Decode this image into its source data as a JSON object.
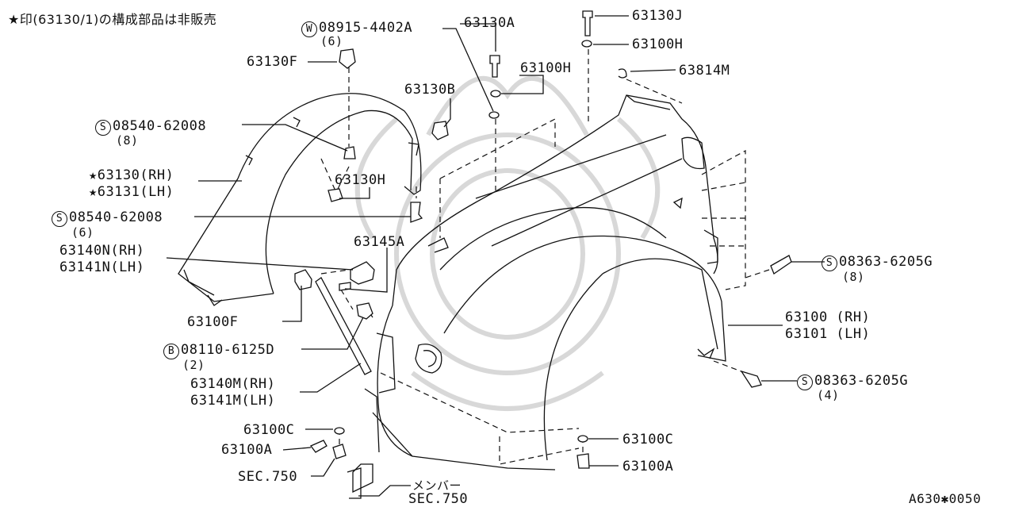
{
  "note": "★印(63130/1)の構成部品は非販売",
  "drawing_code": "A630✱0050",
  "labels": {
    "p63130J": "63130J",
    "p63100H_top": "63100H",
    "p63814M": "63814M",
    "p63130A": "63130A",
    "w_symbol": "W",
    "w_part": "08915-4402A",
    "w_qty": "(6)",
    "p63130F": "63130F",
    "p63100H_mid": "63100H",
    "p63130B": "63130B",
    "s_symbol": "S",
    "s1_part": "08540-62008",
    "s1_qty": "(8)",
    "p63130_rh": "★63130(RH)",
    "p63131_lh": "★63131(LH)",
    "p63130H": "63130H",
    "s2_part": "08540-62008",
    "s2_qty": "(6)",
    "p63145A": "63145A",
    "p63140N_rh": "63140N(RH)",
    "p63141N_lh": "63141N(LH)",
    "p63100F": "63100F",
    "b_symbol": "B",
    "b_part": "08110-6125D",
    "b_qty": "(2)",
    "p63140M_rh": "63140M(RH)",
    "p63141M_lh": "63141M(LH)",
    "p63100C_left": "63100C",
    "p63100A_left": "63100A",
    "sec750_left": "SEC.750",
    "member_jp": "メンバー",
    "sec750_bottom": "SEC.750",
    "p63100C_right": "63100C",
    "p63100A_right": "63100A",
    "s3_part": "08363-6205G",
    "s3_qty": "(8)",
    "p63100_rh": "63100 (RH)",
    "p63101_lh": "63101 (LH)",
    "s4_part": "08363-6205G",
    "s4_qty": "(4)"
  }
}
